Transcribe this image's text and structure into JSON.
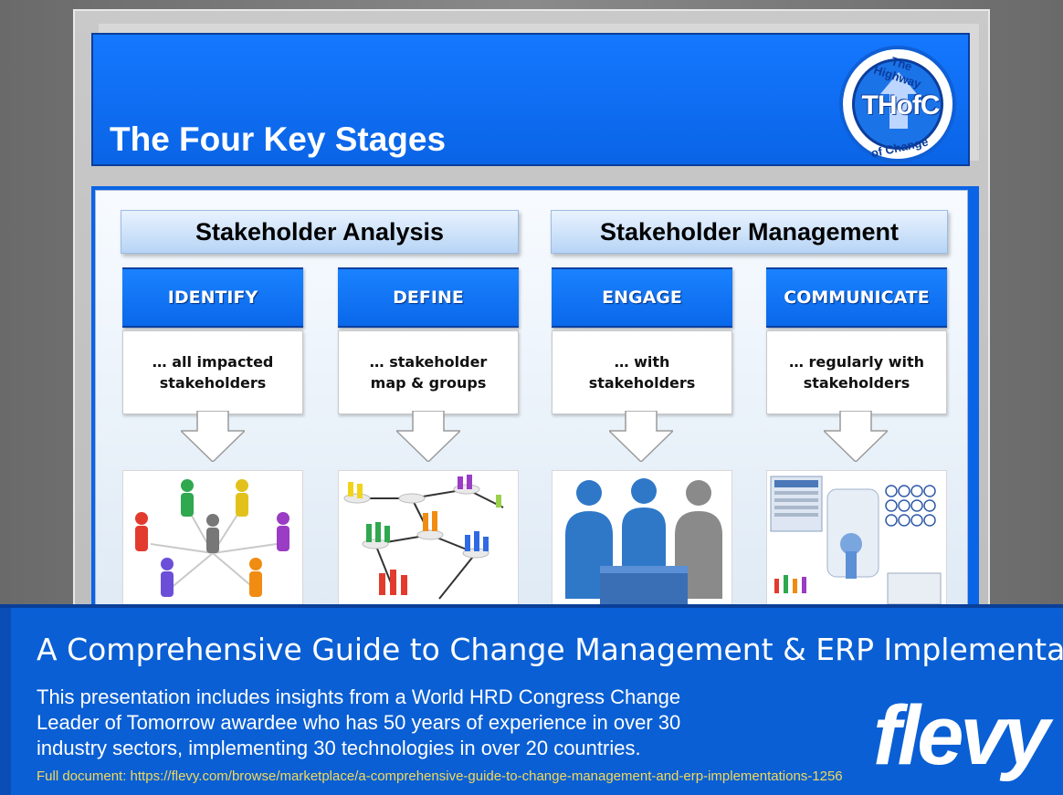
{
  "slide": {
    "title": "The Four Key Stages",
    "logo": {
      "text": "THofC",
      "arc_top": "The Highway",
      "arc_bottom": "of Change"
    },
    "sections": [
      {
        "label": "Stakeholder Analysis"
      },
      {
        "label": "Stakeholder Management"
      }
    ],
    "stages": [
      {
        "title": "IDENTIFY",
        "desc": "… all impacted stakeholders",
        "image": "people-network-icon"
      },
      {
        "title": "DEFINE",
        "desc": "… stakeholder map & groups",
        "image": "stakeholder-map-icon"
      },
      {
        "title": "ENGAGE",
        "desc": "… with stakeholders",
        "image": "meeting-icon"
      },
      {
        "title": "COMMUNICATE",
        "desc": "… regularly with stakeholders",
        "image": "communication-channels-icon"
      }
    ]
  },
  "footer": {
    "title": "A Comprehensive Guide to Change Management & ERP Implementations",
    "description": "This presentation includes insights from a World HRD Congress Change Leader of Tomorrow awardee who has 50 years of experience in over 30 industry sectors, implementing 30 technologies in over 20 countries.",
    "link": "Full document: https://flevy.com/browse/marketplace/a-comprehensive-guide-to-change-management-and-erp-implementations-1256",
    "brand": "flevy"
  },
  "colors": {
    "accent_blue": "#0a64e6",
    "footer_blue": "#0a5fd4",
    "link_yellow": "#f1d95c"
  }
}
